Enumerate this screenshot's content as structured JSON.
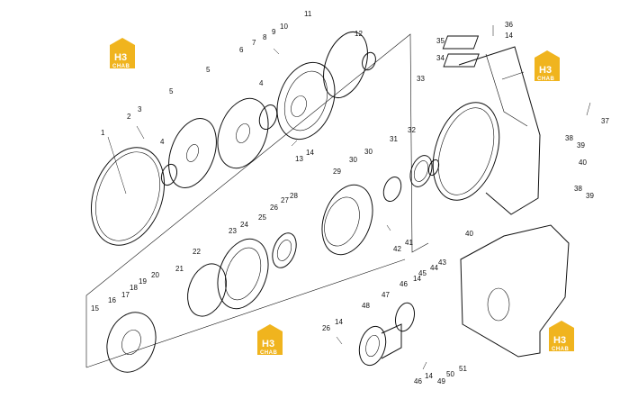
{
  "logo": {
    "mark": "H3",
    "sub": "CHAB"
  },
  "logo_color": "#f0b41e",
  "callouts": [
    {
      "id": "c1",
      "text": "1"
    },
    {
      "id": "c2",
      "text": "2"
    },
    {
      "id": "c3",
      "text": "3"
    },
    {
      "id": "c4a",
      "text": "4"
    },
    {
      "id": "c4b",
      "text": "4"
    },
    {
      "id": "c5a",
      "text": "5"
    },
    {
      "id": "c5b",
      "text": "5"
    },
    {
      "id": "c6",
      "text": "6"
    },
    {
      "id": "c7",
      "text": "7"
    },
    {
      "id": "c8",
      "text": "8"
    },
    {
      "id": "c9",
      "text": "9"
    },
    {
      "id": "c10",
      "text": "10"
    },
    {
      "id": "c11",
      "text": "11"
    },
    {
      "id": "c12",
      "text": "12"
    },
    {
      "id": "c13",
      "text": "13"
    },
    {
      "id": "c14a",
      "text": "14"
    },
    {
      "id": "c14b",
      "text": "14"
    },
    {
      "id": "c14c",
      "text": "14"
    },
    {
      "id": "c14d",
      "text": "14"
    },
    {
      "id": "c14e",
      "text": "14"
    },
    {
      "id": "c15",
      "text": "15"
    },
    {
      "id": "c16",
      "text": "16"
    },
    {
      "id": "c17",
      "text": "17"
    },
    {
      "id": "c18",
      "text": "18"
    },
    {
      "id": "c19",
      "text": "19"
    },
    {
      "id": "c20",
      "text": "20"
    },
    {
      "id": "c21",
      "text": "21"
    },
    {
      "id": "c22",
      "text": "22"
    },
    {
      "id": "c23",
      "text": "23"
    },
    {
      "id": "c24",
      "text": "24"
    },
    {
      "id": "c25",
      "text": "25"
    },
    {
      "id": "c26a",
      "text": "26"
    },
    {
      "id": "c26b",
      "text": "26"
    },
    {
      "id": "c27",
      "text": "27"
    },
    {
      "id": "c28",
      "text": "28"
    },
    {
      "id": "c29",
      "text": "29"
    },
    {
      "id": "c30a",
      "text": "30"
    },
    {
      "id": "c30b",
      "text": "30"
    },
    {
      "id": "c31",
      "text": "31"
    },
    {
      "id": "c32",
      "text": "32"
    },
    {
      "id": "c33",
      "text": "33"
    },
    {
      "id": "c34",
      "text": "34"
    },
    {
      "id": "c35",
      "text": "35"
    },
    {
      "id": "c36",
      "text": "36"
    },
    {
      "id": "c37",
      "text": "37"
    },
    {
      "id": "c38a",
      "text": "38"
    },
    {
      "id": "c38b",
      "text": "38"
    },
    {
      "id": "c39a",
      "text": "39"
    },
    {
      "id": "c39b",
      "text": "39"
    },
    {
      "id": "c40a",
      "text": "40"
    },
    {
      "id": "c40b",
      "text": "40"
    },
    {
      "id": "c41",
      "text": "41"
    },
    {
      "id": "c42",
      "text": "42"
    },
    {
      "id": "c43",
      "text": "43"
    },
    {
      "id": "c44",
      "text": "44"
    },
    {
      "id": "c45",
      "text": "45"
    },
    {
      "id": "c46a",
      "text": "46"
    },
    {
      "id": "c46b",
      "text": "46"
    },
    {
      "id": "c47",
      "text": "47"
    },
    {
      "id": "c48",
      "text": "48"
    },
    {
      "id": "c49",
      "text": "49"
    },
    {
      "id": "c50",
      "text": "50"
    },
    {
      "id": "c51",
      "text": "51"
    }
  ]
}
